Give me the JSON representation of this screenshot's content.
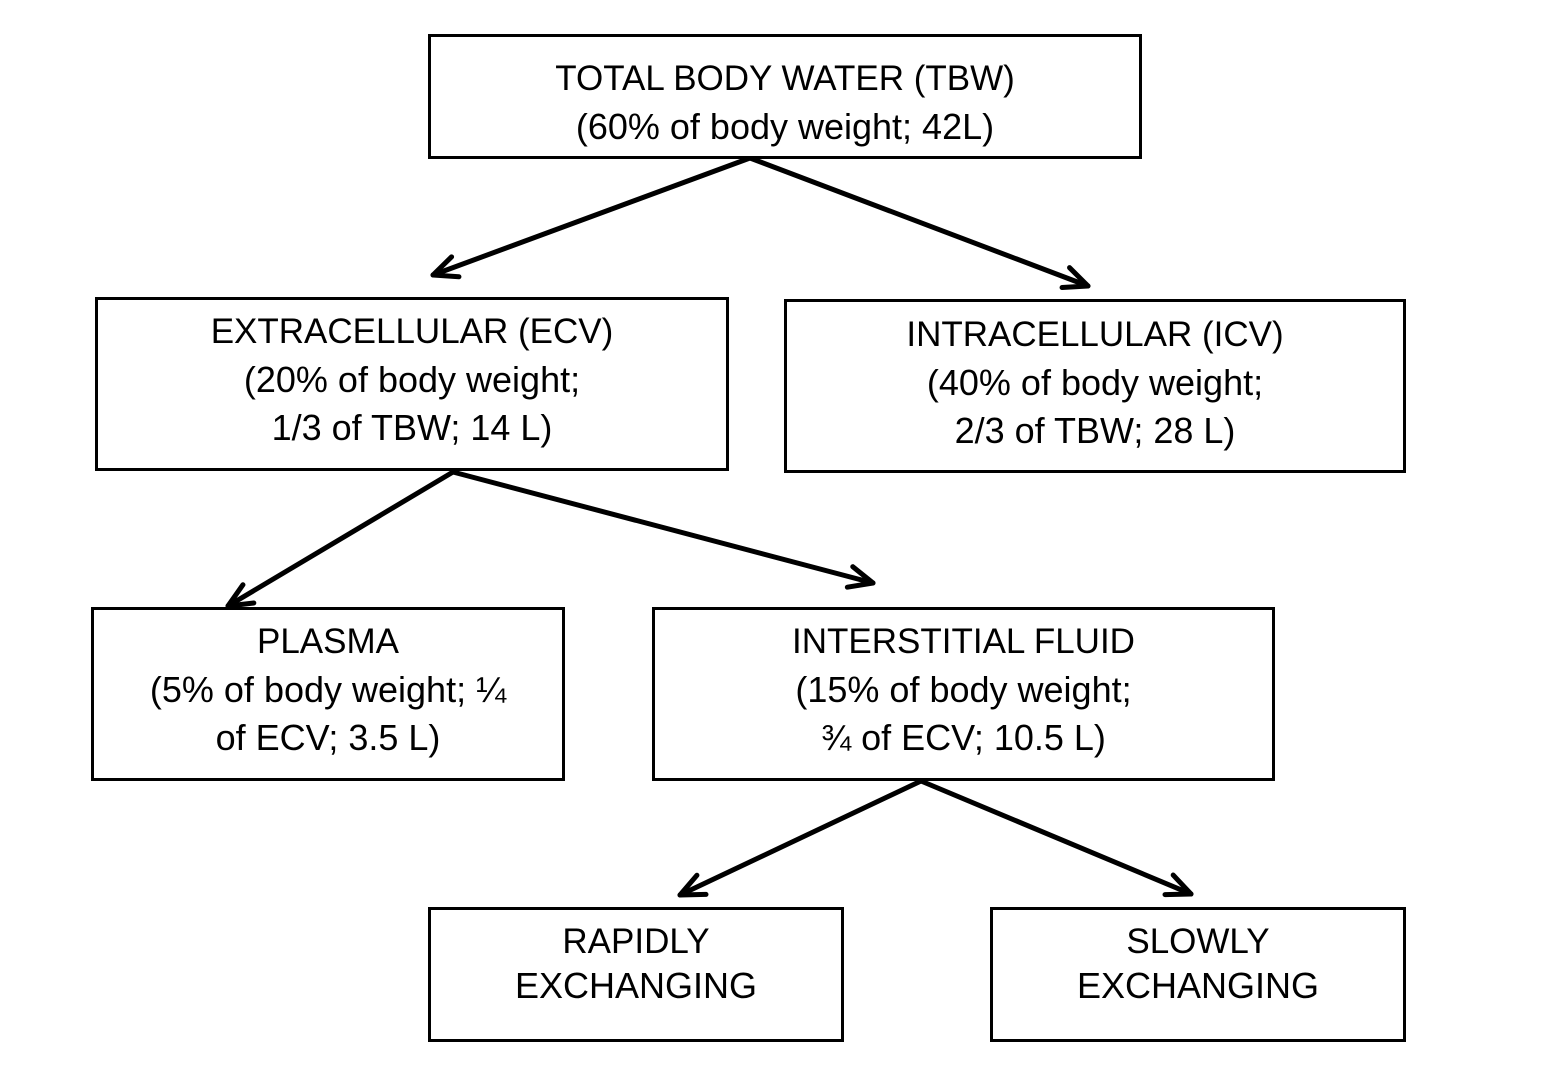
{
  "nodes": {
    "tbw": {
      "title": "TOTAL BODY WATER (TBW)",
      "line1": "(60% of body weight; 42L)"
    },
    "ecv": {
      "title": "EXTRACELLULAR (ECV)",
      "line1": "(20% of body weight;",
      "line2": "1/3 of TBW; 14 L)"
    },
    "icv": {
      "title": "INTRACELLULAR (ICV)",
      "line1": "(40% of body weight;",
      "line2": "2/3 of TBW; 28 L)"
    },
    "plasma": {
      "title": "PLASMA",
      "line1": "(5% of body weight; ¼",
      "line2": "of ECV; 3.5 L)"
    },
    "interstitial": {
      "title": "INTERSTITIAL FLUID",
      "line1": "(15% of body weight;",
      "line2": "¾ of ECV; 10.5 L)"
    },
    "rapid": {
      "title": "RAPIDLY",
      "line1": "EXCHANGING"
    },
    "slow": {
      "title": "SLOWLY",
      "line1": "EXCHANGING"
    }
  },
  "edges": [
    {
      "from": "tbw",
      "to": "ecv"
    },
    {
      "from": "tbw",
      "to": "icv"
    },
    {
      "from": "ecv",
      "to": "plasma"
    },
    {
      "from": "ecv",
      "to": "interstitial"
    },
    {
      "from": "interstitial",
      "to": "rapid"
    },
    {
      "from": "interstitial",
      "to": "slow"
    }
  ],
  "colors": {
    "stroke": "#000000",
    "background": "#ffffff"
  }
}
